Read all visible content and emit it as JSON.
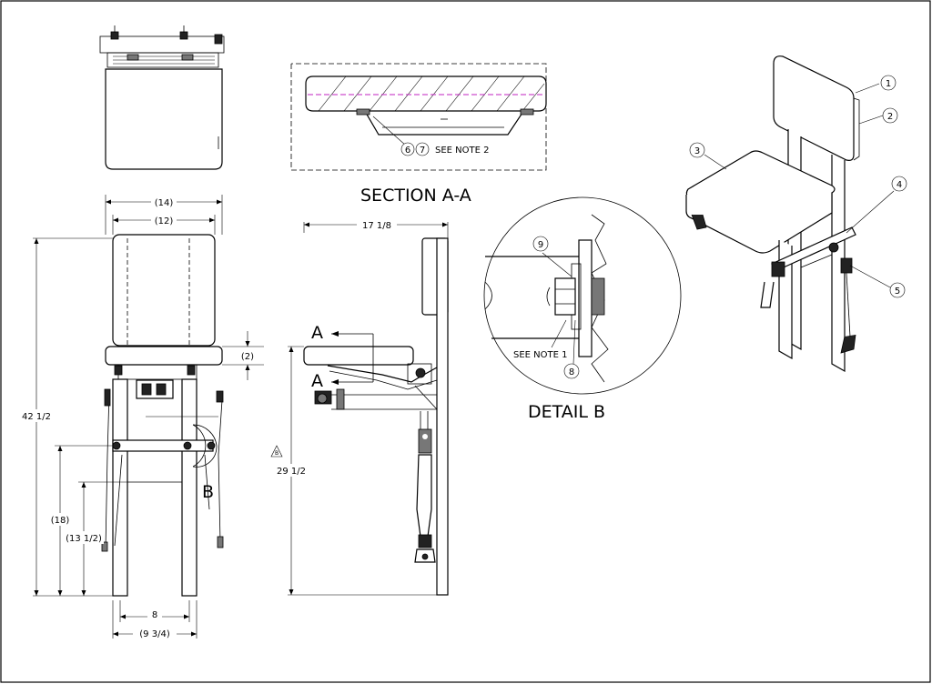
{
  "titles": {
    "section": "SECTION A-A",
    "detail": "DETAIL B"
  },
  "section_marks": {
    "cut_top": "A",
    "cut_bottom": "A",
    "detail_ref": "B"
  },
  "front_view_dims": {
    "overall_width": "(14)",
    "back_width": "(12)",
    "overall_height": "42 1/2",
    "seat_thickness": "(2)",
    "seat_height": "(18)",
    "strap_height": "(13 1/2)",
    "leg_inner": "8",
    "leg_outer": "(9 3/4)"
  },
  "side_view_dims": {
    "depth": "17 1/8",
    "height": "29 1/2",
    "rev_flag": "B"
  },
  "section_notes": {
    "see_note_2": "SEE NOTE 2"
  },
  "detail_notes": {
    "see_note_1": "SEE NOTE 1"
  },
  "balloons": {
    "b1": "1",
    "b2": "2",
    "b3": "3",
    "b4": "4",
    "b5": "5",
    "b6": "6",
    "b7": "7",
    "b8": "8",
    "b9": "9"
  }
}
